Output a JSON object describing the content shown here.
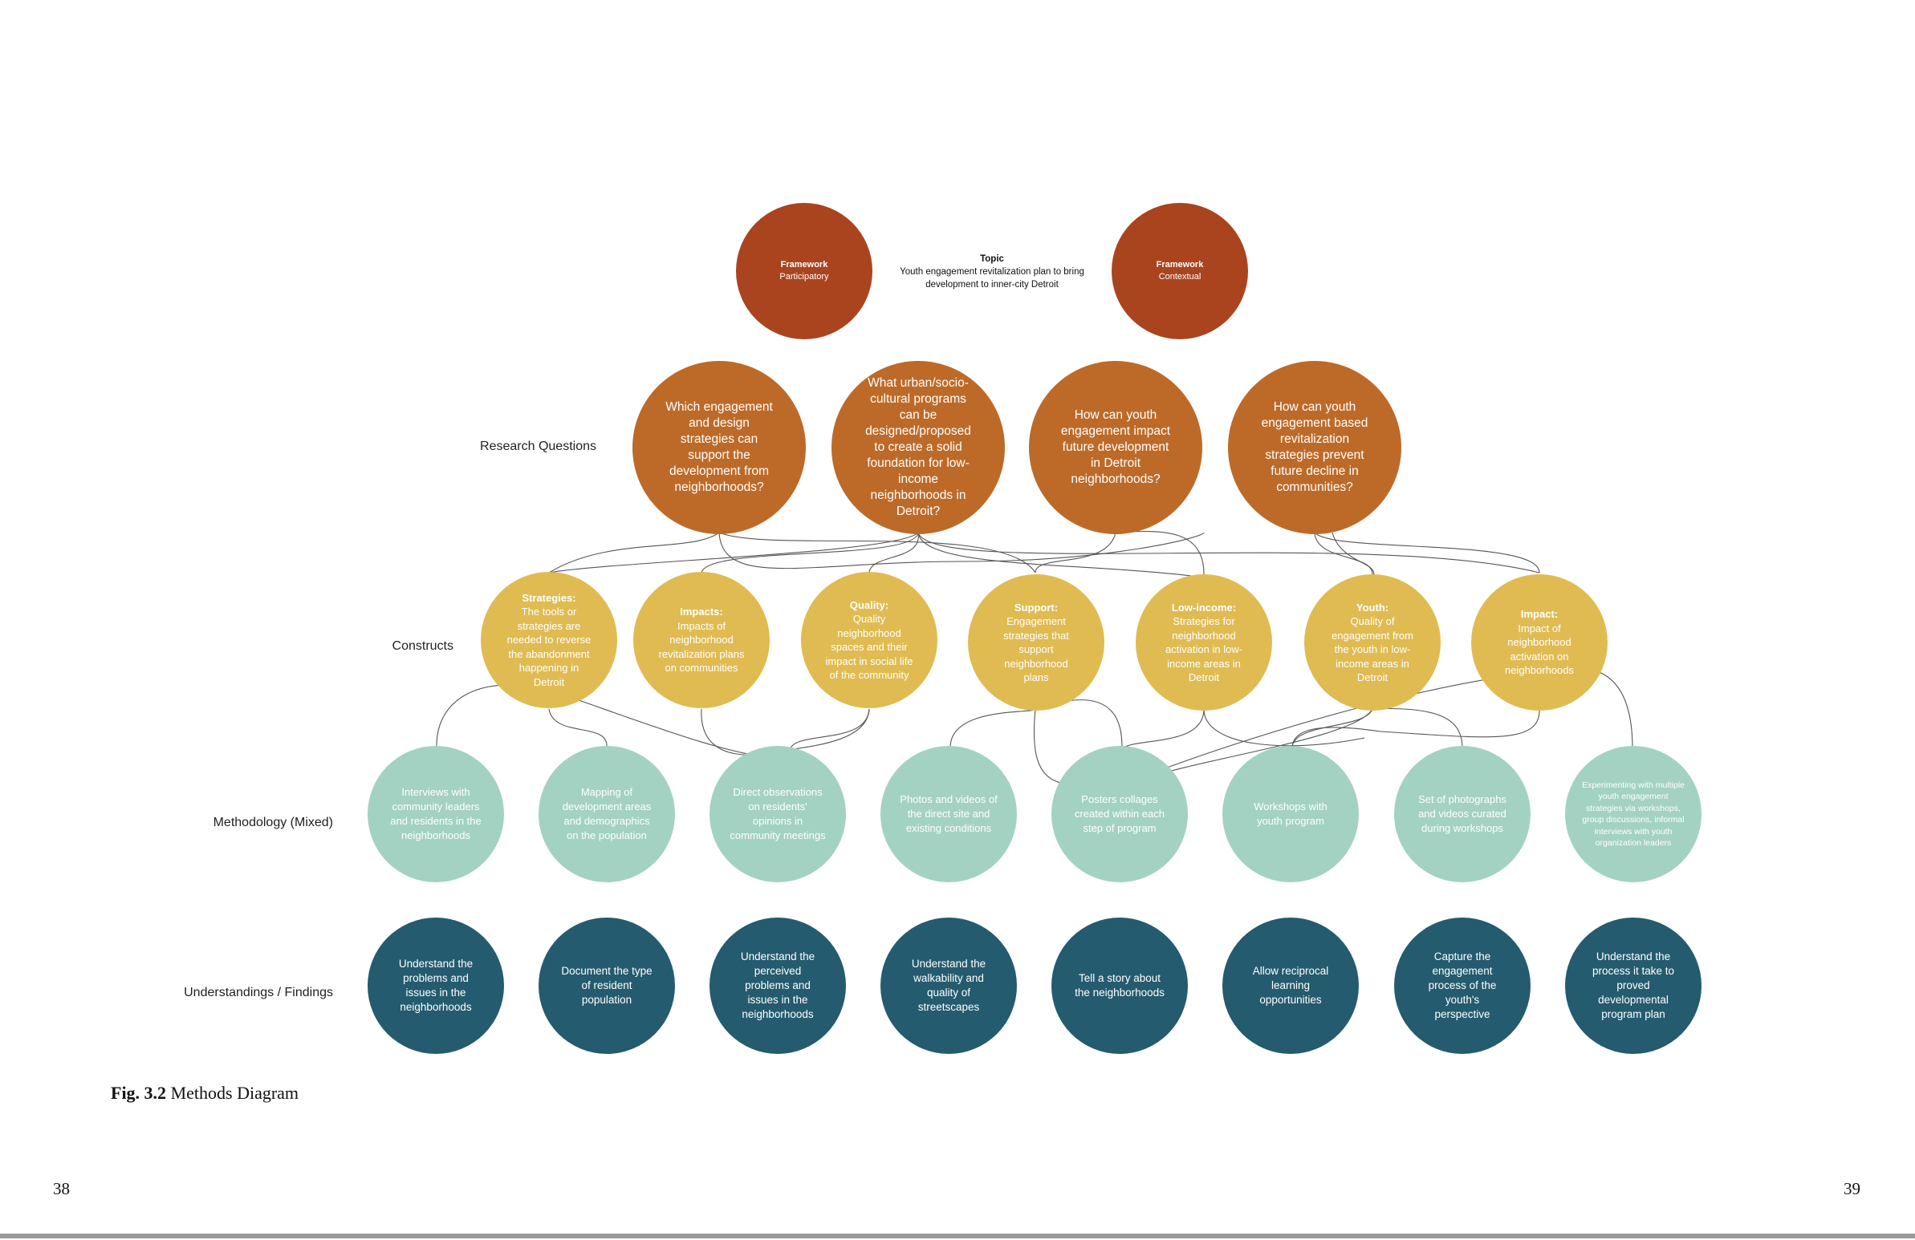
{
  "topic": {
    "title": "Topic",
    "text": "Youth engagement revitalization plan to bring development to inner-city Detroit"
  },
  "frameworks": [
    {
      "title": "Framework",
      "text": "Participatory"
    },
    {
      "title": "Framework",
      "text": "Contextual"
    }
  ],
  "row_labels": {
    "research_questions": "Research Questions",
    "constructs": "Constructs",
    "methodology": "Methodology (Mixed)",
    "findings": "Understandings / Findings"
  },
  "research_questions": [
    "Which engagement and design strategies can support the development from neighborhoods?",
    "What urban/socio-cultural programs can be designed/proposed to create a solid foundation for low-income neighborhoods in Detroit?",
    "How can youth engagement impact future development in Detroit neighborhoods?",
    "How can youth engagement based revitalization strategies prevent future decline in communities?"
  ],
  "constructs": [
    {
      "title": "Strategies:",
      "text": "The tools or strategies are needed to reverse the abandonment happening in Detroit"
    },
    {
      "title": "Impacts:",
      "text": "Impacts of neighborhood revitalization plans on communities"
    },
    {
      "title": "Quality:",
      "text": "Quality neighborhood spaces and their impact in social life of the community"
    },
    {
      "title": "Support:",
      "text": "Engagement strategies that support neighborhood plans"
    },
    {
      "title": "Low-income:",
      "text": "Strategies for neighborhood activation in low-income areas in Detroit"
    },
    {
      "title": "Youth:",
      "text": "Quality of engagement from the youth in low-income areas in Detroit"
    },
    {
      "title": "Impact:",
      "text": "Impact of neighborhood activation on neighborhoods"
    }
  ],
  "methodology": [
    "Interviews with community leaders and residents in the neighborhoods",
    "Mapping of development areas and demographics on the population",
    "Direct observations on residents' opinions in community meetings",
    "Photos and videos of the direct site and existing conditions",
    "Posters collages created within each step of program",
    "Workshops with youth program",
    "Set of photographs and videos curated during workshops",
    "Experimenting with multiple youth engagement strategies via workshops, group discussions, informal interviews with youth organization leaders"
  ],
  "findings": [
    "Understand the problems and issues in the neighborhoods",
    "Document the type of resident population",
    "Understand the perceived problems and issues in the neighborhoods",
    "Understand the walkability and quality of streetscapes",
    "Tell a story about the neighborhoods",
    "Allow reciprocal learning opportunities",
    "Capture the engagement process of the youth's perspective",
    "Understand the process it take to proved developmental program plan"
  ],
  "caption": {
    "label": "Fig. 3.2",
    "text": "Methods Diagram"
  },
  "page_numbers": {
    "left": "38",
    "right": "39"
  },
  "colors": {
    "framework": "#a9441e",
    "research_question": "#bd6a28",
    "construct": "#e0bb52",
    "methodology": "#a3d2c2",
    "finding": "#245b6e",
    "connector": "#555555"
  }
}
